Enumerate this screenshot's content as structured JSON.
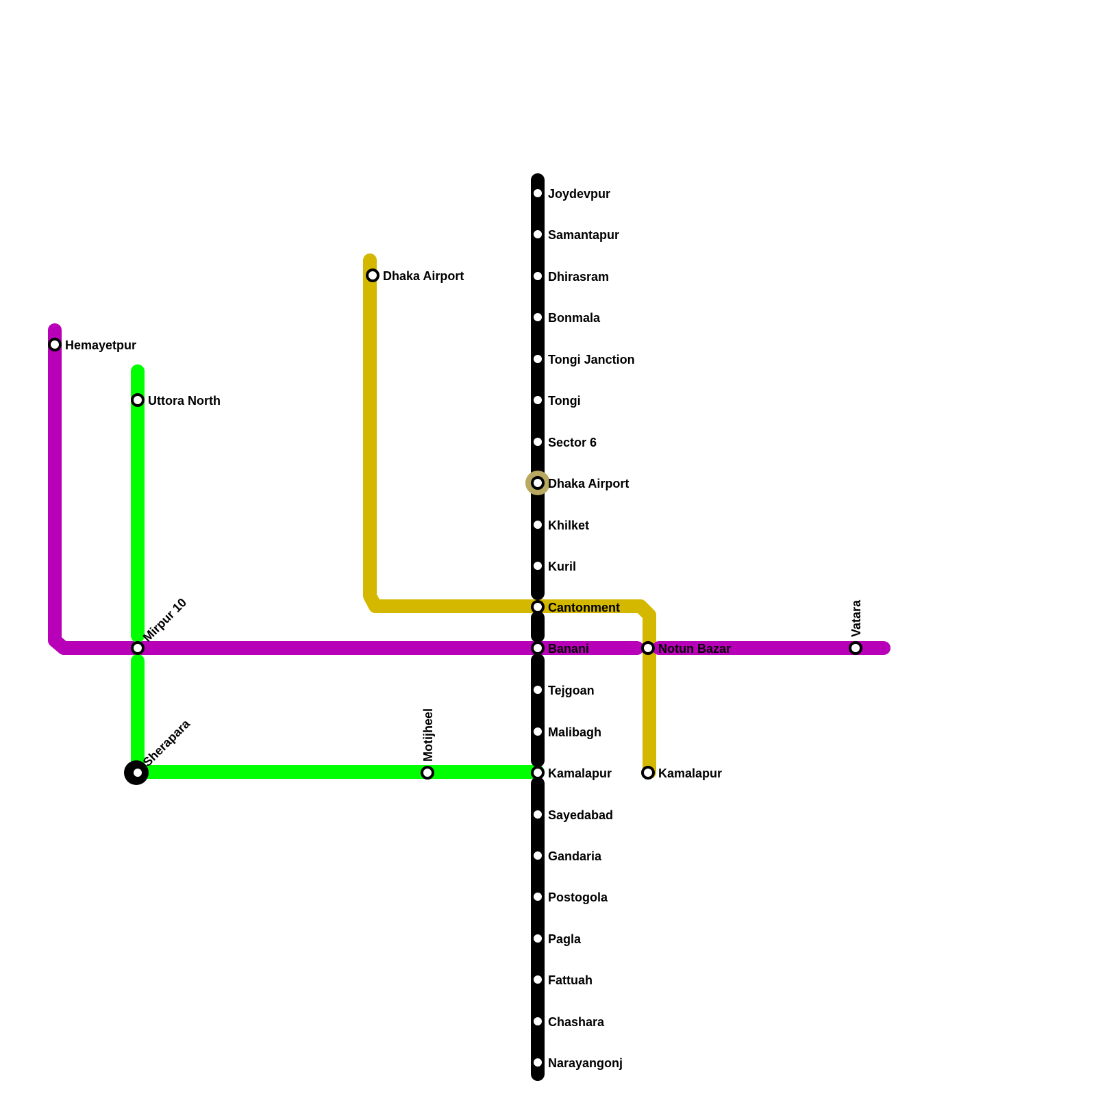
{
  "lines": {
    "black": {
      "color": "#000000"
    },
    "magenta": {
      "color": "#b700b7"
    },
    "green": {
      "color": "#00ff00"
    },
    "yellow": {
      "color": "#d4b800"
    }
  },
  "interchange_color": "#b8a860",
  "stations": {
    "joydevpur": "Joydevpur",
    "samantapur": "Samantapur",
    "dhirasram": "Dhirasram",
    "bonmala": "Bonmala",
    "tongi_jn": "Tongi Janction",
    "tongi": "Tongi",
    "sector6": "Sector 6",
    "dhaka_airport_main": "Dhaka Airport",
    "khilket": "Khilket",
    "kuril": "Kuril",
    "cantonment": "Cantonment",
    "banani": "Banani",
    "tejgoan": "Tejgoan",
    "malibagh": "Malibagh",
    "kamalapur_main": "Kamalapur",
    "sayedabad": "Sayedabad",
    "gandaria": "Gandaria",
    "postogola": "Postogola",
    "pagla": "Pagla",
    "fattuah": "Fattuah",
    "chashara": "Chashara",
    "narayangonj": "Narayangonj",
    "dhaka_airport_yellow": "Dhaka Airport",
    "hemayetpur": "Hemayetpur",
    "uttora_north": "Uttora North",
    "mirpur10": "Mirpur 10",
    "sherapara": "Sherapara",
    "motijheel": "Motijheel",
    "notun_bazar": "Notun Bazar",
    "vatara": "Vatara",
    "kamalapur_yellow": "Kamalapur"
  }
}
